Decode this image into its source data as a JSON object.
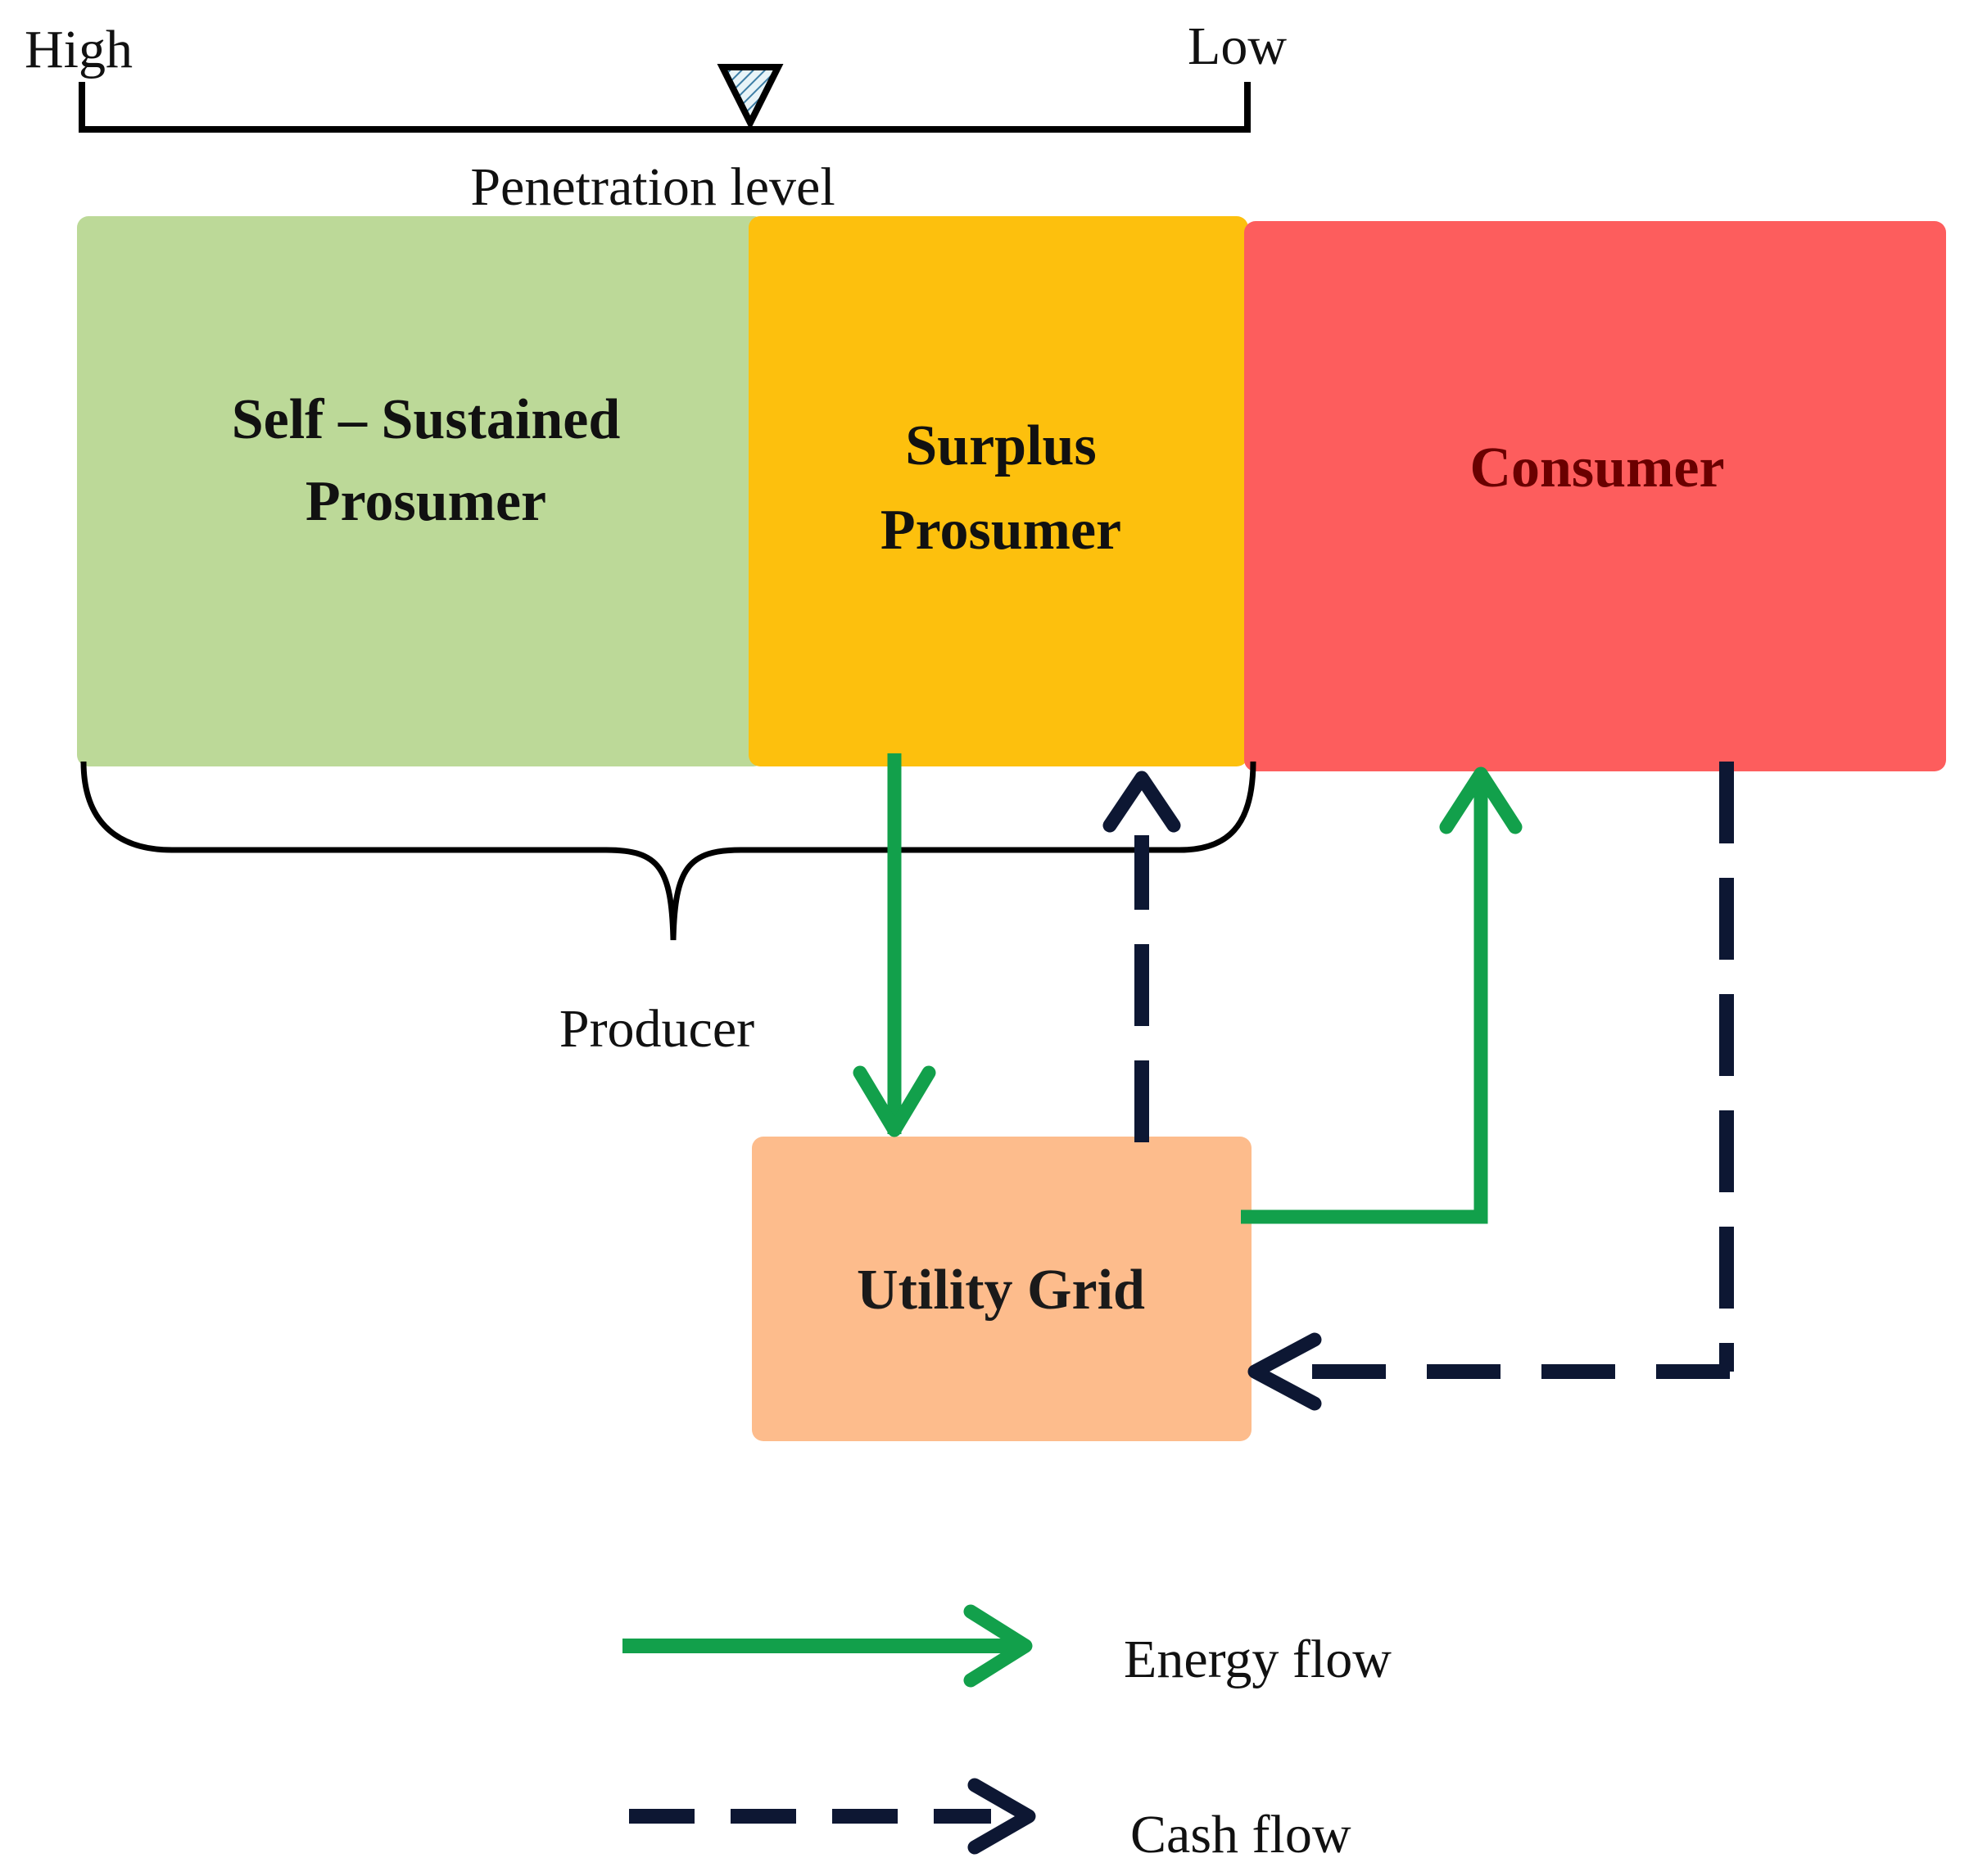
{
  "scale": {
    "high_label": "High",
    "low_label": "Low",
    "title": "Penetration level"
  },
  "blocks": {
    "self_sustained": {
      "line1": "Self – Sustained",
      "line2": "Prosumer",
      "color": "#bcd998"
    },
    "surplus": {
      "line1": "Surplus",
      "line2": "Prosumer",
      "color": "#fdc00d"
    },
    "consumer": {
      "label": "Consumer",
      "color": "#fd5d5d"
    },
    "utility_grid": {
      "label": "Utility Grid",
      "color": "#fdbc8c"
    }
  },
  "brace_label": "Producer",
  "legend": {
    "energy_flow": "Energy flow",
    "cash_flow": "Cash flow"
  },
  "colors": {
    "energy": "#12a04b",
    "cash": "#0d1733",
    "scale_line": "#000000"
  }
}
